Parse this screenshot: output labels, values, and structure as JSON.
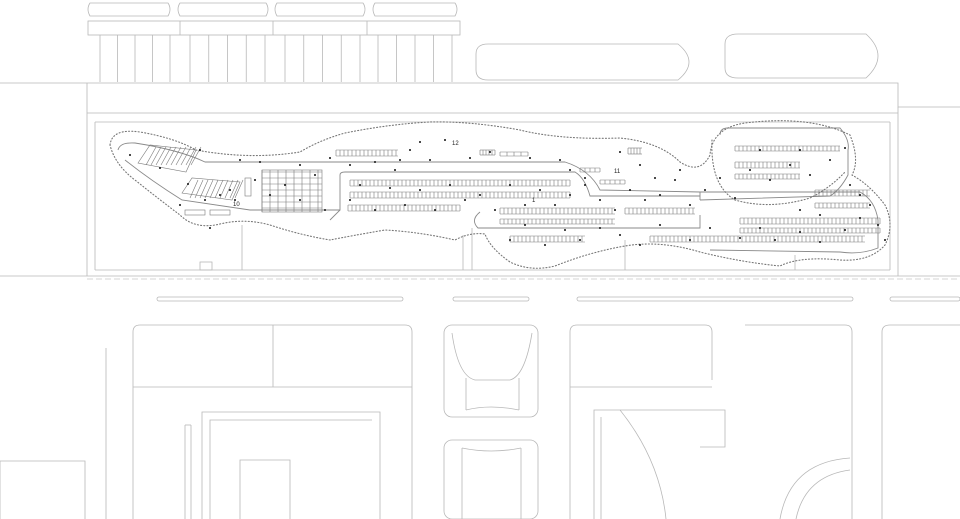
{
  "plan": {
    "labels": [
      {
        "id": "label-1",
        "text": "1"
      },
      {
        "id": "label-10",
        "text": "10"
      },
      {
        "id": "label-11",
        "text": "11"
      },
      {
        "id": "label-12",
        "text": "12"
      }
    ]
  },
  "colors": {
    "line": "#b8b8b8",
    "dark_line": "#7a7a7a",
    "dot": "#111111",
    "background": "#ffffff"
  }
}
